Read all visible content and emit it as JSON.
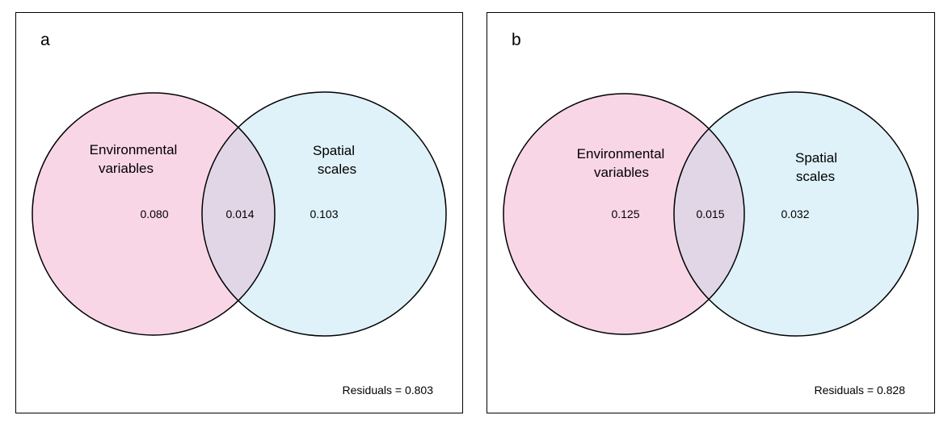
{
  "colors": {
    "left_fill": "#f9d6e6",
    "right_fill": "#dff1f9",
    "overlap_fill": "#e0d6e5",
    "stroke": "#000000"
  },
  "panels": [
    {
      "letter": "a",
      "left_label": [
        "Environmental",
        "variables"
      ],
      "right_label": [
        "Spatial",
        "scales"
      ],
      "left_value": "0.080",
      "overlap_value": "0.014",
      "right_value": "0.103",
      "residuals": "Residuals = 0.803"
    },
    {
      "letter": "b",
      "left_label": [
        "Environmental",
        "variables"
      ],
      "right_label": [
        "Spatial",
        "scales"
      ],
      "left_value": "0.125",
      "overlap_value": "0.015",
      "right_value": "0.032",
      "residuals": "Residuals = 0.828"
    }
  ]
}
